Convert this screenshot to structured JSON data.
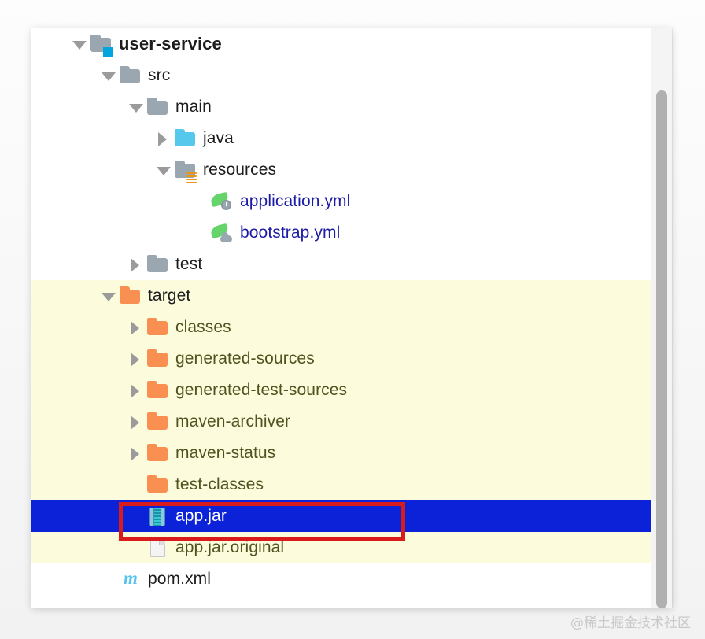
{
  "panel": {
    "name": "project-tree-panel"
  },
  "scrollbar": {
    "name": "vertical-scrollbar"
  },
  "annotation": {
    "color": "#d91b1b",
    "target": "app.jar"
  },
  "watermark": {
    "text": "@稀土掘金技术社区"
  },
  "colors": {
    "selection_bg": "#0c22d8",
    "selection_fg": "#ffffff",
    "excluded_bg": "#fcfcdc",
    "excluded_fg": "#51521f",
    "link_fg": "#1b1ba8",
    "folder_gray": "#9aa7b0",
    "folder_orange": "#fa8f52",
    "folder_cyan": "#56c8ec",
    "module_badge": "#00a6dd",
    "spring_leaf": "#65d46a",
    "maven_m": "#54c3ee",
    "annotation_red": "#d91b1b"
  },
  "tree": {
    "rows": [
      {
        "label": "user-service",
        "depth": 0,
        "twisty": "down",
        "icon": "folder-module-icon",
        "style": "bold",
        "state": "normal"
      },
      {
        "label": "src",
        "depth": 1,
        "twisty": "down",
        "icon": "folder-icon",
        "style": "normal",
        "state": "normal"
      },
      {
        "label": "main",
        "depth": 2,
        "twisty": "down",
        "icon": "folder-icon",
        "style": "normal",
        "state": "normal"
      },
      {
        "label": "java",
        "depth": 3,
        "twisty": "right",
        "icon": "folder-sources-icon",
        "style": "normal",
        "state": "normal"
      },
      {
        "label": "resources",
        "depth": 3,
        "twisty": "down",
        "icon": "folder-resources-icon",
        "style": "normal",
        "state": "normal"
      },
      {
        "label": "application.yml",
        "depth": 4,
        "twisty": "none",
        "icon": "spring-config-icon",
        "style": "link",
        "state": "normal"
      },
      {
        "label": "bootstrap.yml",
        "depth": 4,
        "twisty": "none",
        "icon": "spring-cloud-icon",
        "style": "link",
        "state": "normal"
      },
      {
        "label": "test",
        "depth": 2,
        "twisty": "right",
        "icon": "folder-icon",
        "style": "normal",
        "state": "normal"
      },
      {
        "label": "target",
        "depth": 1,
        "twisty": "down",
        "icon": "folder-excluded-icon",
        "style": "normal",
        "state": "excluded"
      },
      {
        "label": "classes",
        "depth": 2,
        "twisty": "right",
        "icon": "folder-excluded-icon",
        "style": "olive",
        "state": "excluded"
      },
      {
        "label": "generated-sources",
        "depth": 2,
        "twisty": "right",
        "icon": "folder-excluded-icon",
        "style": "olive",
        "state": "excluded"
      },
      {
        "label": "generated-test-sources",
        "depth": 2,
        "twisty": "right",
        "icon": "folder-excluded-icon",
        "style": "olive",
        "state": "excluded"
      },
      {
        "label": "maven-archiver",
        "depth": 2,
        "twisty": "right",
        "icon": "folder-excluded-icon",
        "style": "olive",
        "state": "excluded"
      },
      {
        "label": "maven-status",
        "depth": 2,
        "twisty": "right",
        "icon": "folder-excluded-icon",
        "style": "olive",
        "state": "excluded"
      },
      {
        "label": "test-classes",
        "depth": 2,
        "twisty": "none",
        "icon": "folder-excluded-icon",
        "style": "olive",
        "state": "excluded"
      },
      {
        "label": "app.jar",
        "depth": 2,
        "twisty": "none",
        "icon": "jar-archive-icon",
        "style": "normal",
        "state": "selected"
      },
      {
        "label": "app.jar.original",
        "depth": 2,
        "twisty": "none",
        "icon": "file-icon",
        "style": "olive",
        "state": "excluded"
      },
      {
        "label": "pom.xml",
        "depth": 1,
        "twisty": "none",
        "icon": "maven-icon",
        "style": "normal",
        "state": "normal"
      }
    ]
  }
}
